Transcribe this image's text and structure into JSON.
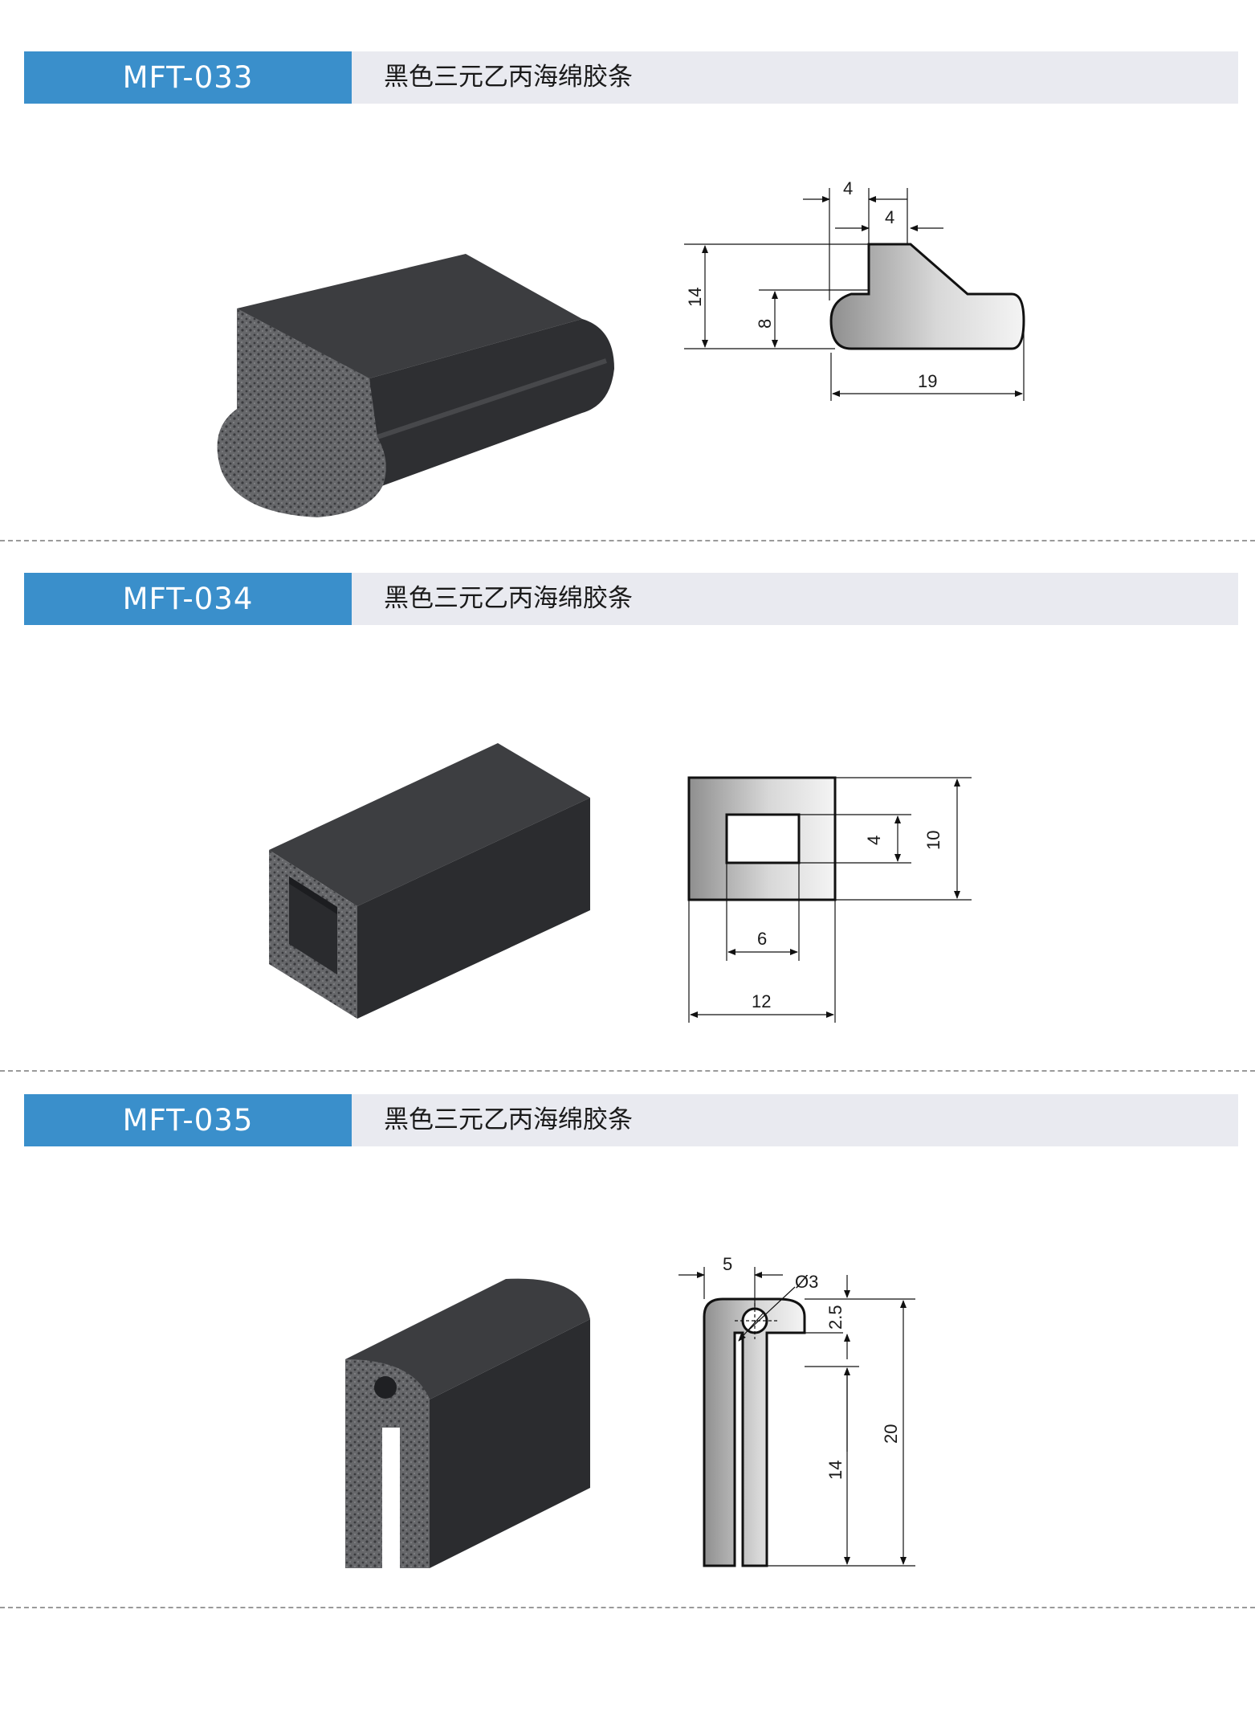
{
  "products": [
    {
      "code": "MFT-033",
      "name": "黑色三元乙丙海绵胶条",
      "dims": [
        "4",
        "4",
        "14",
        "8",
        "19"
      ]
    },
    {
      "code": "MFT-034",
      "name": "黑色三元乙丙海绵胶条",
      "dims": [
        "4",
        "10",
        "6",
        "12"
      ]
    },
    {
      "code": "MFT-035",
      "name": "黑色三元乙丙海绵胶条",
      "dims": [
        "5",
        "Ø3",
        "2.5",
        "20",
        "14"
      ]
    }
  ],
  "colors": {
    "header_code_bg": "#3a8fcb",
    "header_bg": "#e9eaf0",
    "rubber_dark": "#2d2e31",
    "sponge_grey": "#6b6c6f"
  }
}
